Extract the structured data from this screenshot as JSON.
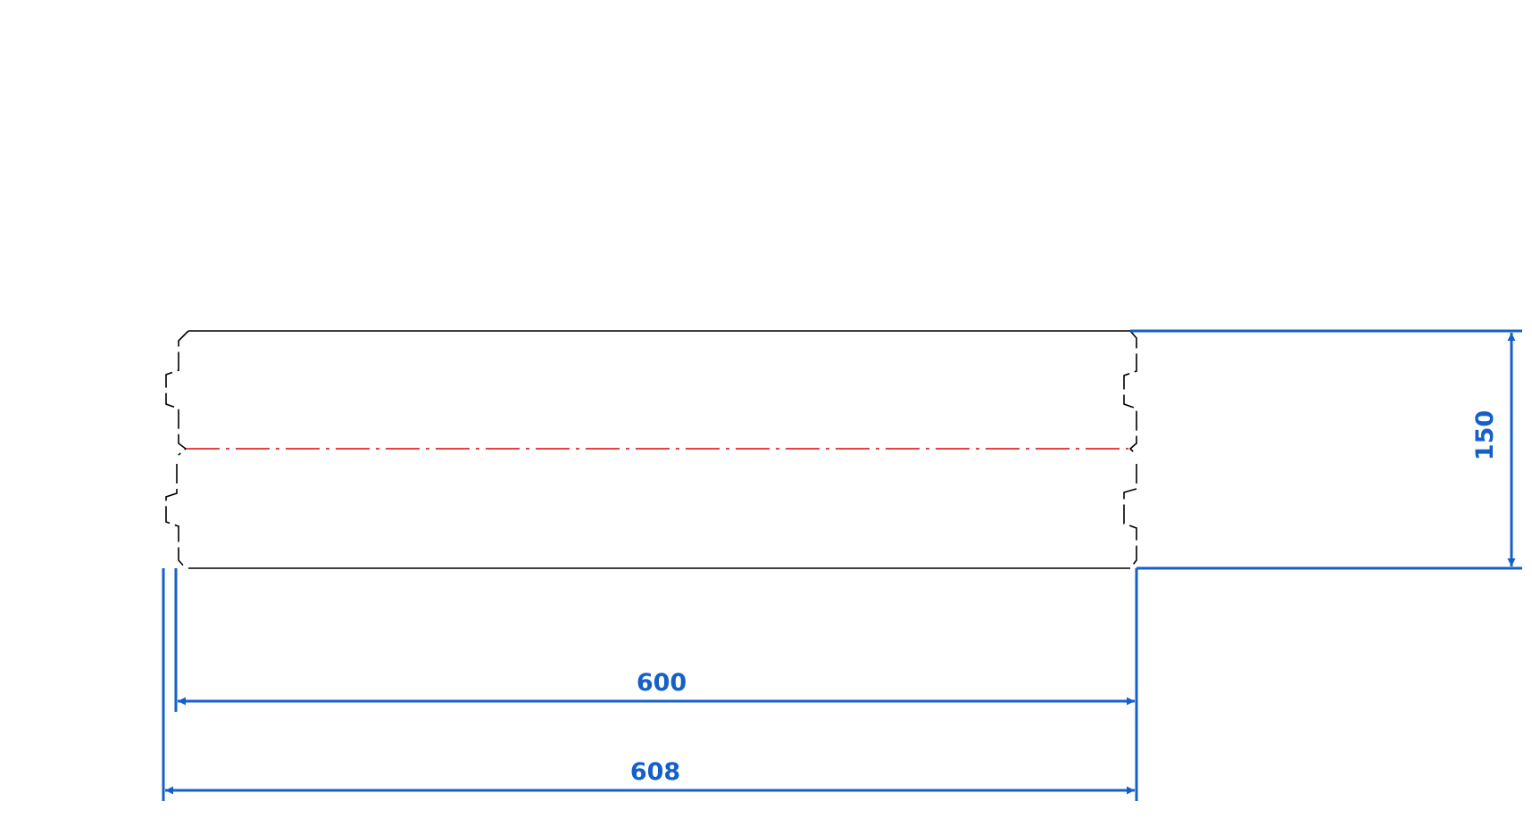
{
  "drawing": {
    "colors": {
      "background": "#ffffff",
      "outline": "#000000",
      "centerline": "#e00000",
      "dimension": "#1560c8"
    },
    "dimensions": {
      "inner_width": "600",
      "overall_width": "608",
      "height": "150"
    }
  }
}
